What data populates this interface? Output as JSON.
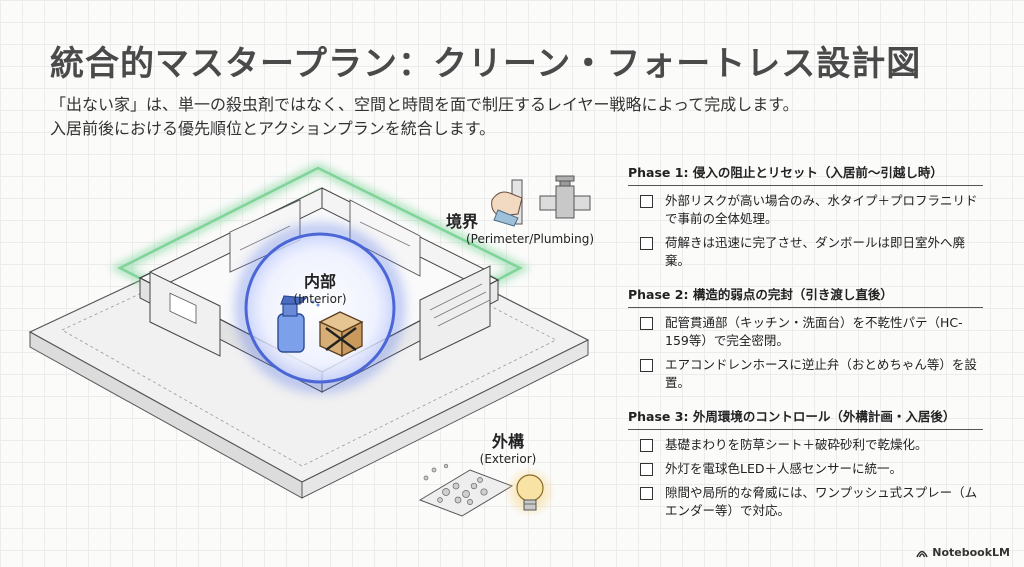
{
  "header": {
    "title": "統合的マスタープラン：クリーン・フォートレス設計図",
    "subtitle_line1": "「出ない家」は、単一の殺虫剤ではなく、空間と時間を面で制圧するレイヤー戦略によって完成します。",
    "subtitle_line2": "入居前後における優先順位とアクションプランを統合します。"
  },
  "zones": {
    "perimeter": {
      "label": "境界",
      "sublabel": "(Perimeter/Plumbing)",
      "icons": [
        "hand-wiping-pipe-icon",
        "valve-icon"
      ]
    },
    "interior": {
      "label": "内部",
      "sublabel": "(Interior)",
      "icons": [
        "spray-bottle-icon",
        "cardboard-box-crossed-icon"
      ]
    },
    "exterior": {
      "label": "外構",
      "sublabel": "(Exterior)",
      "icons": [
        "gravel-icon",
        "light-bulb-icon"
      ]
    }
  },
  "colors": {
    "perimeter_glow": "#7fd49a",
    "interior_glow": "#5a78e8",
    "bulb_glow": "#f6d27a"
  },
  "phases": [
    {
      "title": "Phase 1: 侵入の阻止とリセット（入居前〜引越し時）",
      "tasks": [
        "外部リスクが高い場合のみ、水タイプ＋プロフラニリドで事前の全体処理。",
        "荷解きは迅速に完了させ、ダンボールは即日室外へ廃棄。"
      ]
    },
    {
      "title": "Phase 2: 構造的弱点の完封（引き渡し直後）",
      "tasks": [
        "配管貫通部（キッチン・洗面台）を不乾性パテ（HC-159等）で完全密閉。",
        "エアコンドレンホースに逆止弁（おとめちゃん等）を設置。"
      ]
    },
    {
      "title": "Phase 3: 外周環境のコントロール（外構計画・入居後）",
      "tasks": [
        "基礎まわりを防草シート＋破砕砂利で乾燥化。",
        "外灯を電球色LED＋人感センサーに統一。",
        "隙間や局所的な脅威には、ワンプッシュ式スプレー（ムエンダー等）で対応。"
      ]
    }
  ],
  "footer": {
    "brand": "NotebookLM"
  }
}
